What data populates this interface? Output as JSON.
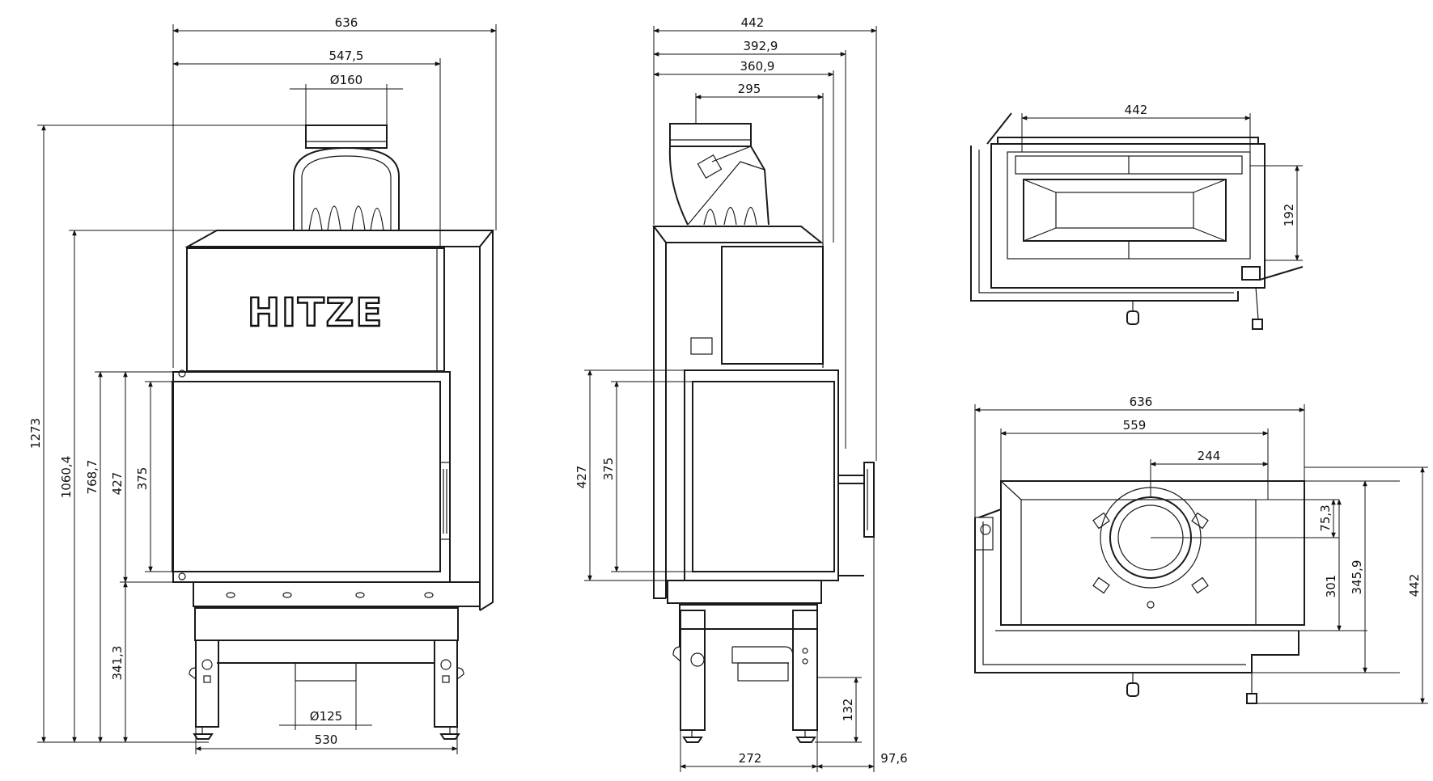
{
  "brand": {
    "logo_text": "HITZE"
  },
  "front_view": {
    "overall_width": "636",
    "body_width": "547,5",
    "flue_diameter": "Ø160",
    "overall_height": "1273",
    "body_height": "1060,4",
    "door_top_height": "768,7",
    "door_height": "427",
    "glass_height": "375",
    "base_height": "341,3",
    "base_width": "530",
    "air_inlet_diameter": "Ø125"
  },
  "side_view": {
    "overall_depth": "442",
    "depth_2": "392,9",
    "depth_3": "360,9",
    "flue_offset": "295",
    "door_height": "427",
    "glass_height": "375",
    "leg_height": "132",
    "leg_spacing": "272",
    "handle_offset": "97,6"
  },
  "top_view": {
    "width": "442",
    "depth": "192"
  },
  "plan_view": {
    "overall_width": "636",
    "inner_width": "559",
    "flue_offset_x": "244",
    "flue_offset_y": "75,3",
    "depth_1": "301",
    "depth_2": "345,9",
    "overall_depth": "442"
  }
}
